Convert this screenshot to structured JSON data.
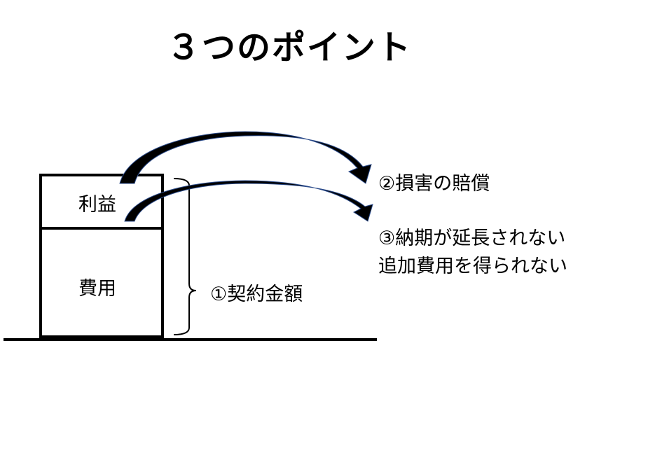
{
  "title": "３つのポイント",
  "box": {
    "top_label": "利益",
    "bottom_label": "費用"
  },
  "points": {
    "p1": "①契約金額",
    "p2": "②損害の賠償",
    "p3_line1": "③納期が延長されない",
    "p3_line2": "追加費用を得られない"
  }
}
